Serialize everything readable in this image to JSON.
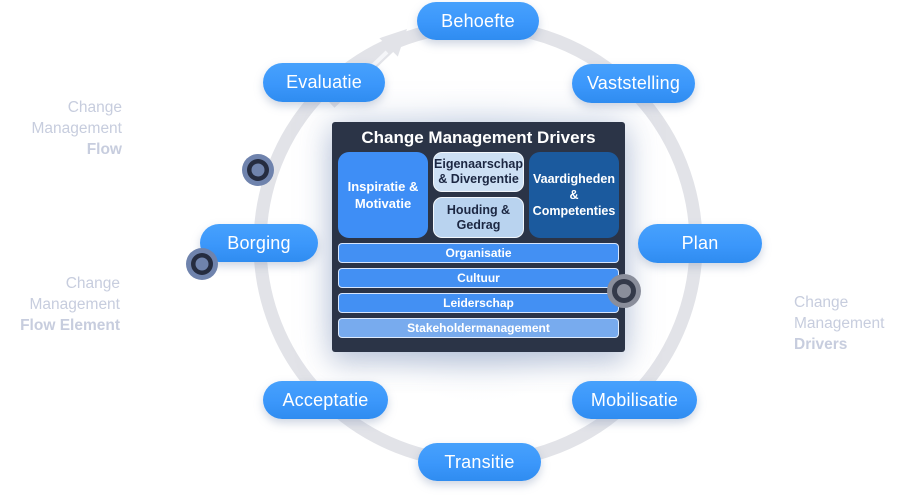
{
  "colors": {
    "pill_blue": "#3b97fb",
    "box_navy": "#2b3447",
    "block_blue": "#3e8ef6",
    "block_light1": "#cde0f4",
    "block_light2": "#b9d3ef",
    "block_dark": "#1b5a9e",
    "bar_blue": "#4390f3",
    "bar_light": "#78abee",
    "ring_gray": "#e2e3e8",
    "marker_slate": "#6f83ad",
    "marker_dark": "#252c40",
    "marker_gray": "#8a8e9b",
    "legend_text": "#c7cdde"
  },
  "cycle": {
    "steps": [
      {
        "label": "Behoefte"
      },
      {
        "label": "Vaststelling"
      },
      {
        "label": "Plan"
      },
      {
        "label": "Mobilisatie"
      },
      {
        "label": "Transitie"
      },
      {
        "label": "Acceptatie"
      },
      {
        "label": "Borging"
      },
      {
        "label": "Evaluatie"
      }
    ]
  },
  "drivers_box": {
    "title": "Change Management Drivers",
    "blocks": {
      "inspiratie": "Inspiratie & Motivatie",
      "eigenaarschap": "Eigenaarschap & Divergentie",
      "houding": "Houding & Gedrag",
      "vaardigheden": "Vaardigheden & Competenties"
    },
    "bars": [
      {
        "label": "Organisatie"
      },
      {
        "label": "Cultuur"
      },
      {
        "label": "Leiderschap"
      },
      {
        "label": "Stakeholdermanagement"
      }
    ]
  },
  "legend": {
    "flow": {
      "line1": "Change",
      "line2": "Management",
      "line3": "Flow"
    },
    "flow_element": {
      "line1": "Change",
      "line2": "Management",
      "line3": "Flow Element"
    },
    "drivers": {
      "line1": "Change",
      "line2": "Management",
      "line3": "Drivers"
    }
  }
}
